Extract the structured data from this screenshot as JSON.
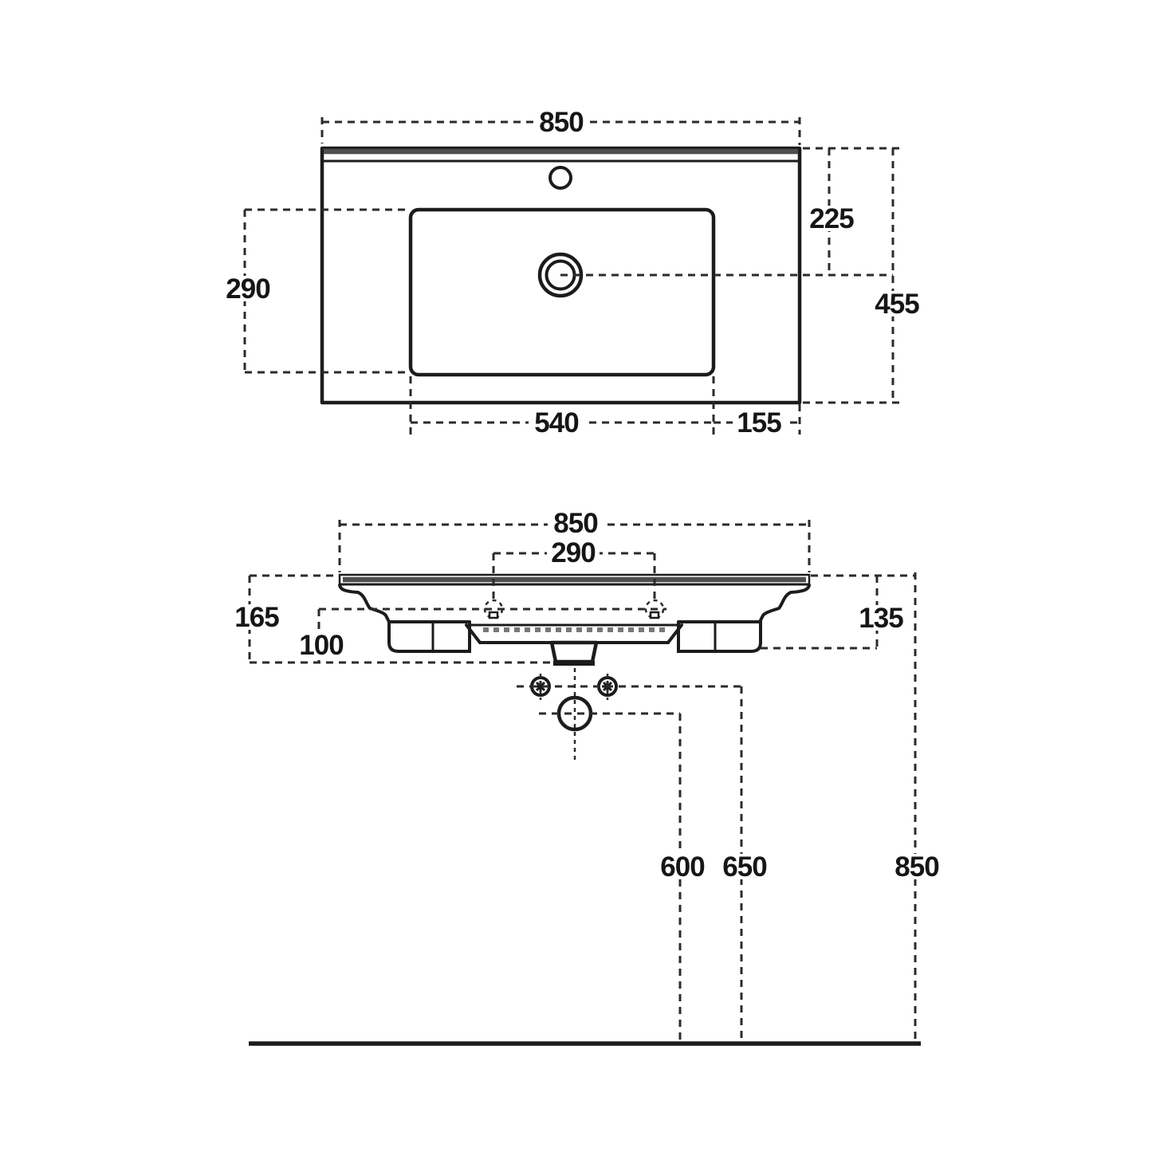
{
  "drawing": {
    "type": "washbasin dimensional technical drawing",
    "units": "mm",
    "colors": {
      "line": "#1c1c1c",
      "edge_gray": "#4f4f4f",
      "background": "#ffffff"
    },
    "plan": {
      "overall_width": "850",
      "drain_setback": "225",
      "overall_depth": "455",
      "bowl_depth": "290",
      "bowl_width": "540",
      "right_margin": "155"
    },
    "front": {
      "overall_width": "850",
      "fixing_centres": "290",
      "left_height": "165",
      "lug_height": "100",
      "right_height": "135",
      "drain_outlet_height": "600",
      "supply_height": "650",
      "rim_height": "850"
    }
  }
}
